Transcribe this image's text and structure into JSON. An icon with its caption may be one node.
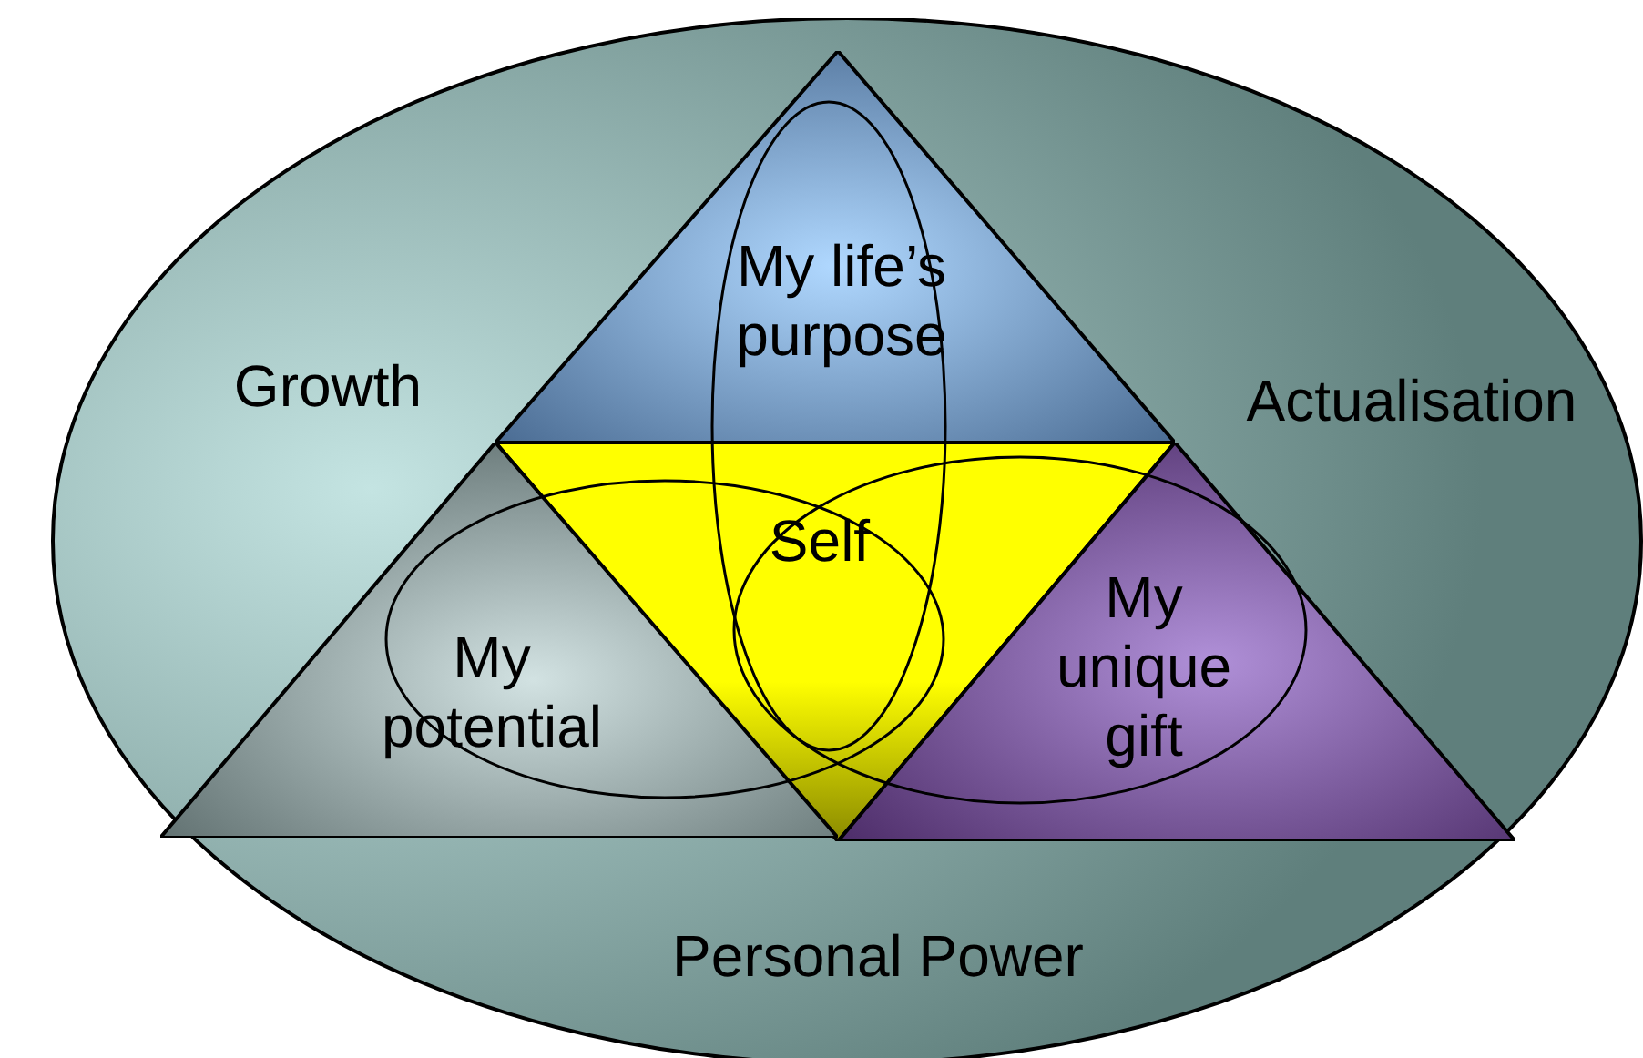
{
  "diagram": {
    "nodes": [
      {
        "text": [],
        "shape": "ellipse"
      },
      {
        "text": [
          "My life’s purpose"
        ],
        "in": 0
      },
      {
        "text": [
          "Self"
        ],
        "in": 0
      },
      {
        "text": [
          "My potential"
        ],
        "in": 0
      },
      {
        "text": [
          "My unique gift"
        ],
        "in": 0
      }
    ],
    "labels": [
      "Growth",
      "Actualisation",
      "Personal Power"
    ]
  }
}
